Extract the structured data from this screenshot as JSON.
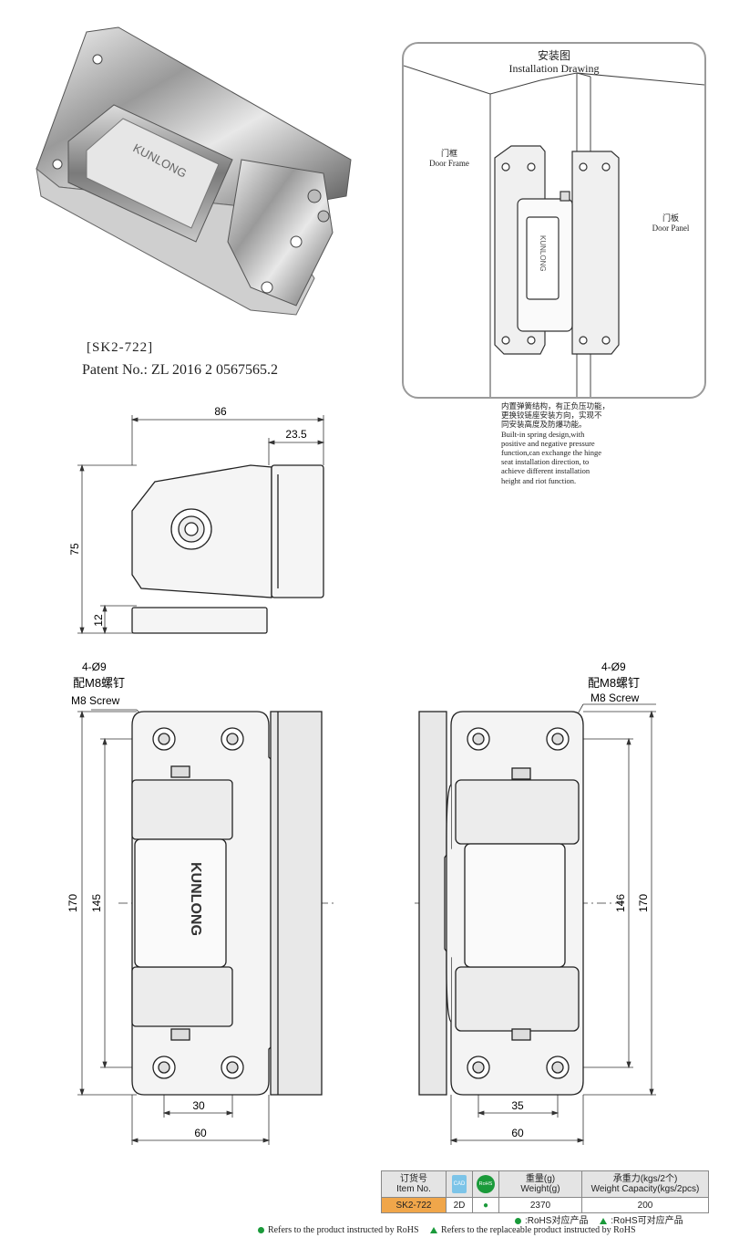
{
  "product": {
    "model": "[SK2-722]",
    "patent": "Patent No.:  ZL 2016 2 0567565.2",
    "brand": "KUNLONG"
  },
  "installation": {
    "title_cn": "安装图",
    "title_en": "Installation Drawing",
    "frame_cn": "门框",
    "frame_en": "Door Frame",
    "panel_cn": "门板",
    "panel_en": "Door Panel"
  },
  "description": [
    "内置弹簧结构，有正负压功能，",
    "更换铰链座安装方向，实现不",
    "同安装高度及防爆功能。",
    "Built-in spring design,with",
    "positive and negative pressure",
    "function,can exchange the hinge",
    "seat installation direction, to",
    "achieve different installation",
    "height and riot function."
  ],
  "dimensions": {
    "top_width": "86",
    "top_offset": "23.5",
    "top_height": "75",
    "base_height": "12",
    "left_height": "170",
    "left_inner": "145",
    "left_hole_spacing": "30",
    "left_width": "60",
    "right_height": "170",
    "right_inner": "146",
    "right_hole_spacing": "35",
    "right_width": "60",
    "screw_holes": "4-Ø9",
    "screw_cn": "配M8螺钉",
    "screw_en": "M8 Screw"
  },
  "table": {
    "headers": {
      "item_cn": "订货号",
      "item_en": "Item No.",
      "cad_icon": "cad-file-icon",
      "rohs_icon": "rohs-leaf-icon",
      "weight_cn": "重量(g)",
      "weight_en": "Weight(g)",
      "capacity_cn": "承重力(kgs/2个)",
      "capacity_en": "Weight Capacity(kgs/2pcs)"
    },
    "row": {
      "item": "SK2-722",
      "cad": "2D",
      "rohs": "●",
      "weight": "2370",
      "capacity": "200"
    }
  },
  "legend": {
    "cn_dot": ":RoHS对应产品",
    "cn_tri": ":RoHS可对应产品",
    "en_dot": "Refers to the product instructed by RoHS",
    "en_tri": "Refers to the replaceable product instructed by RoHS"
  },
  "colors": {
    "accent_orange": "#f0a64a",
    "rohs_green": "#1a9a3a",
    "cad_blue": "#7cc4e8"
  }
}
